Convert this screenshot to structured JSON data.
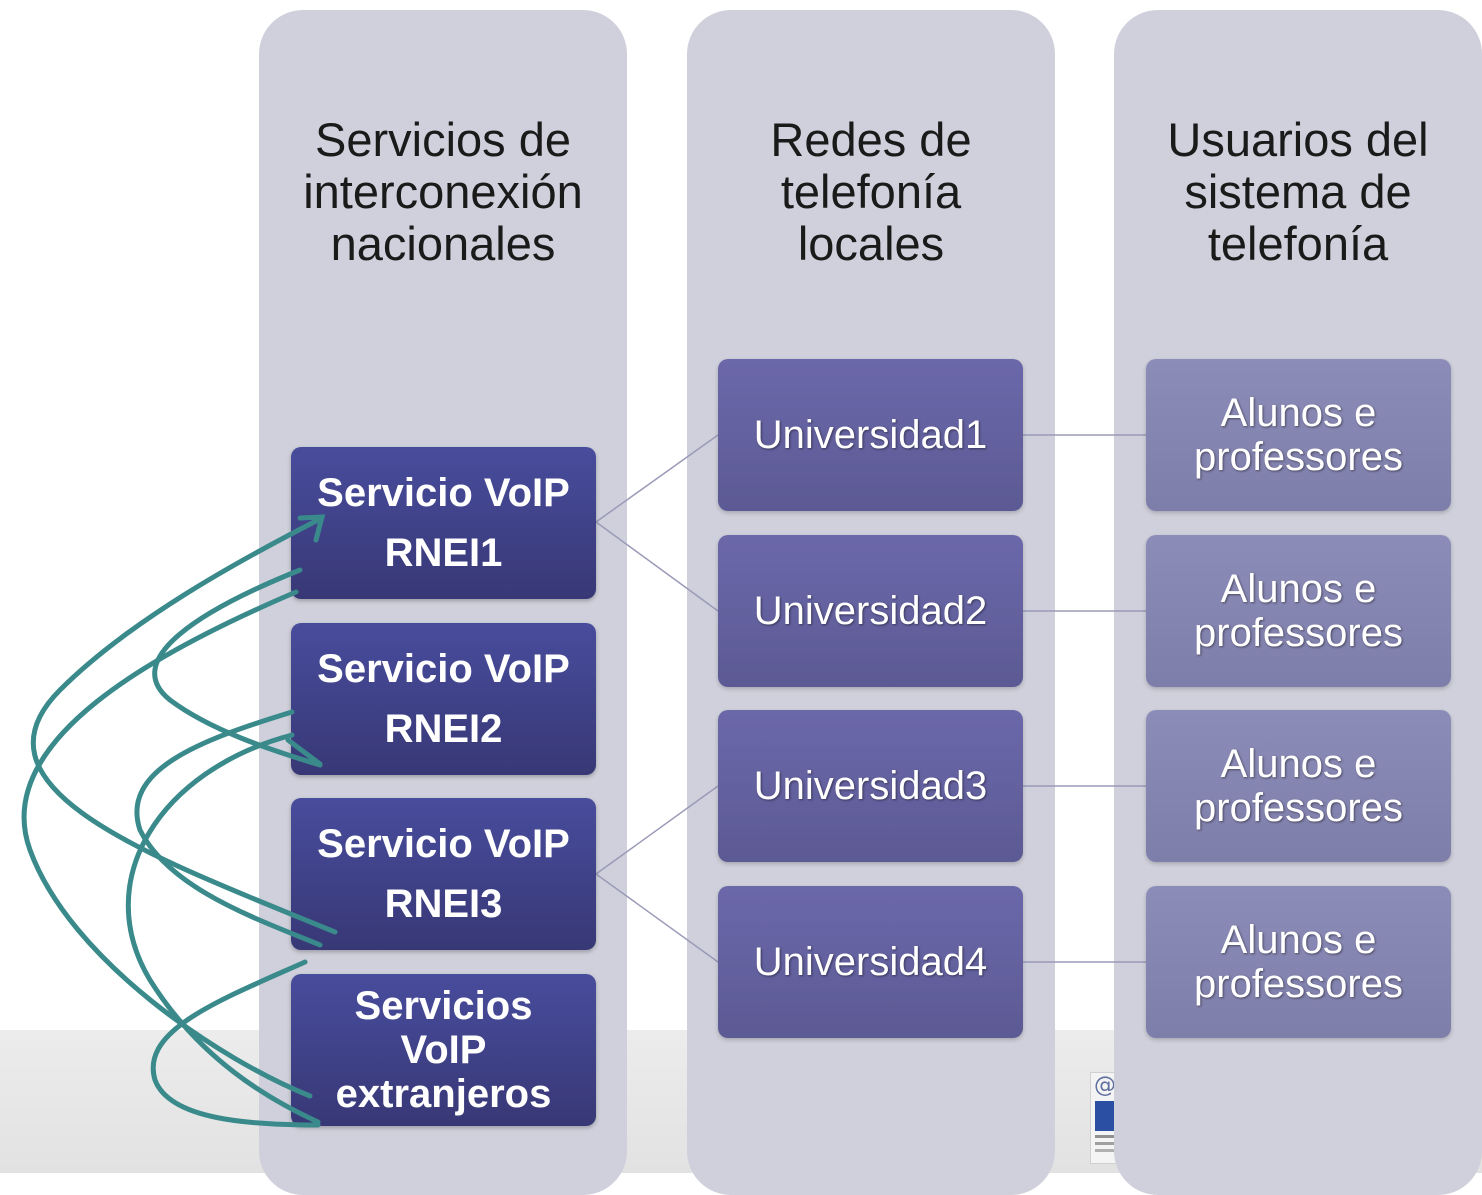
{
  "columns": [
    {
      "title": "Servicios de\ninterconexión\nnacionales"
    },
    {
      "title": "Redes de\ntelefonía\nlocales"
    },
    {
      "title": "Usuarios del\nsistema de\ntelefonía"
    }
  ],
  "services": [
    {
      "label": "Servicio VoIP\nRNEI1"
    },
    {
      "label": "Servicio VoIP\nRNEI2"
    },
    {
      "label": "Servicio VoIP\nRNEI3"
    },
    {
      "label": "Servicios\nVoIP\nextranjeros"
    }
  ],
  "networks": [
    {
      "label": "Universidad1"
    },
    {
      "label": "Universidad2"
    },
    {
      "label": "Universidad3"
    },
    {
      "label": "Universidad4"
    }
  ],
  "users": [
    {
      "label": "Alunos  e\nprofessores"
    },
    {
      "label": "Alunos  e\nprofessores"
    },
    {
      "label": "Alunos  e\nprofessores"
    },
    {
      "label": "Alunos  e\nprofessores"
    }
  ],
  "footer": {
    "logo_glyph": "@"
  },
  "colors": {
    "column": "#cfd0db",
    "service_box": "#3e3f86",
    "network_box": "#6563a2",
    "user_box": "#8686b2",
    "arrows": "#3a8a8c",
    "connector": "#9a9ab8"
  }
}
